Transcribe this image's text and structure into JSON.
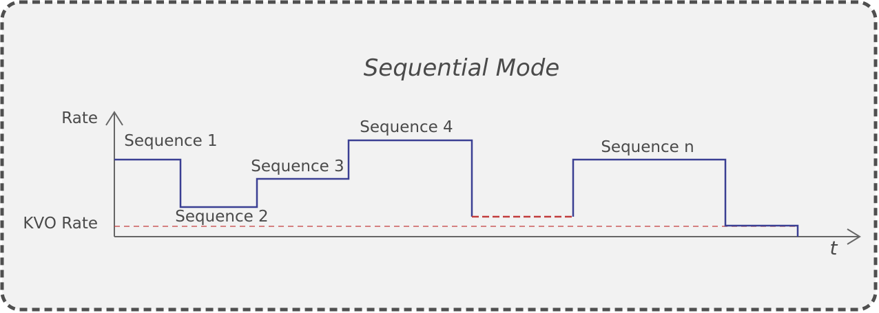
{
  "title": "Sequential Mode",
  "axes": {
    "y_label": "Rate",
    "x_label": "t",
    "kvo_label": "KVO Rate"
  },
  "sequences": [
    {
      "label": "Sequence 1"
    },
    {
      "label": "Sequence 2"
    },
    {
      "label": "Sequence 3"
    },
    {
      "label": "Sequence 4"
    },
    {
      "label": "Sequence n"
    }
  ],
  "colors": {
    "background": "#f2f2f2",
    "border": "#4f4f4f",
    "axis": "#666666",
    "rate_line": "#3a3f93",
    "kvo_line": "#c23b3b",
    "text": "#4a4a4a"
  }
}
